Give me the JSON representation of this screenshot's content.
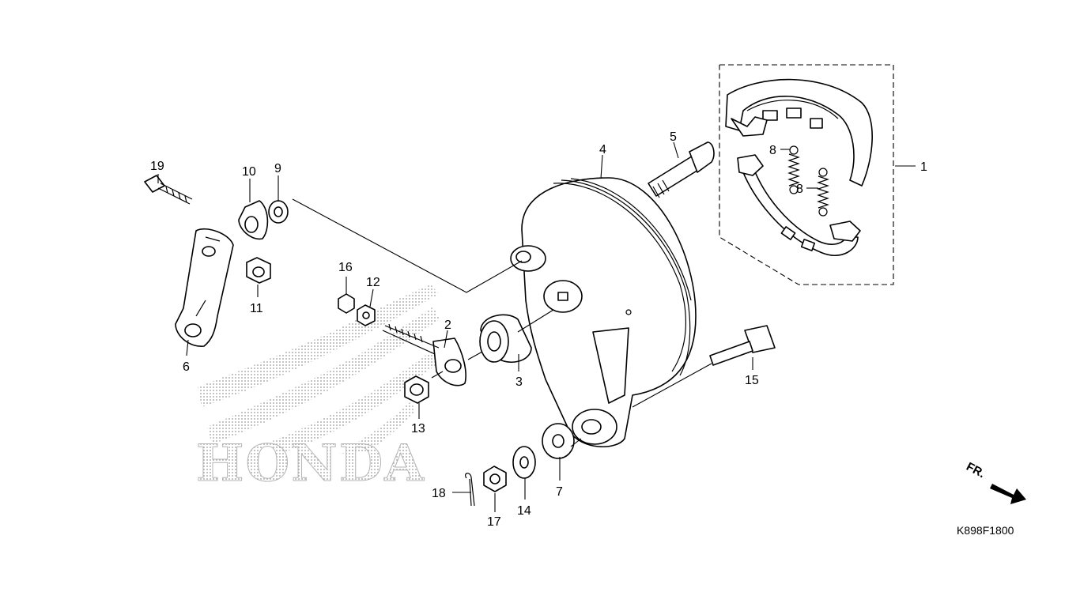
{
  "diagram": {
    "callouts": [
      "1",
      "2",
      "3",
      "4",
      "5",
      "6",
      "7",
      "8",
      "8",
      "9",
      "10",
      "11",
      "12",
      "13",
      "14",
      "15",
      "16",
      "17",
      "18",
      "19"
    ],
    "figure_code": "K898F1800",
    "direction_label": "FR.",
    "watermark_text": "HONDA",
    "colors": {
      "line": "#000000",
      "watermark": "#b5b5b5",
      "background": "#ffffff"
    }
  }
}
